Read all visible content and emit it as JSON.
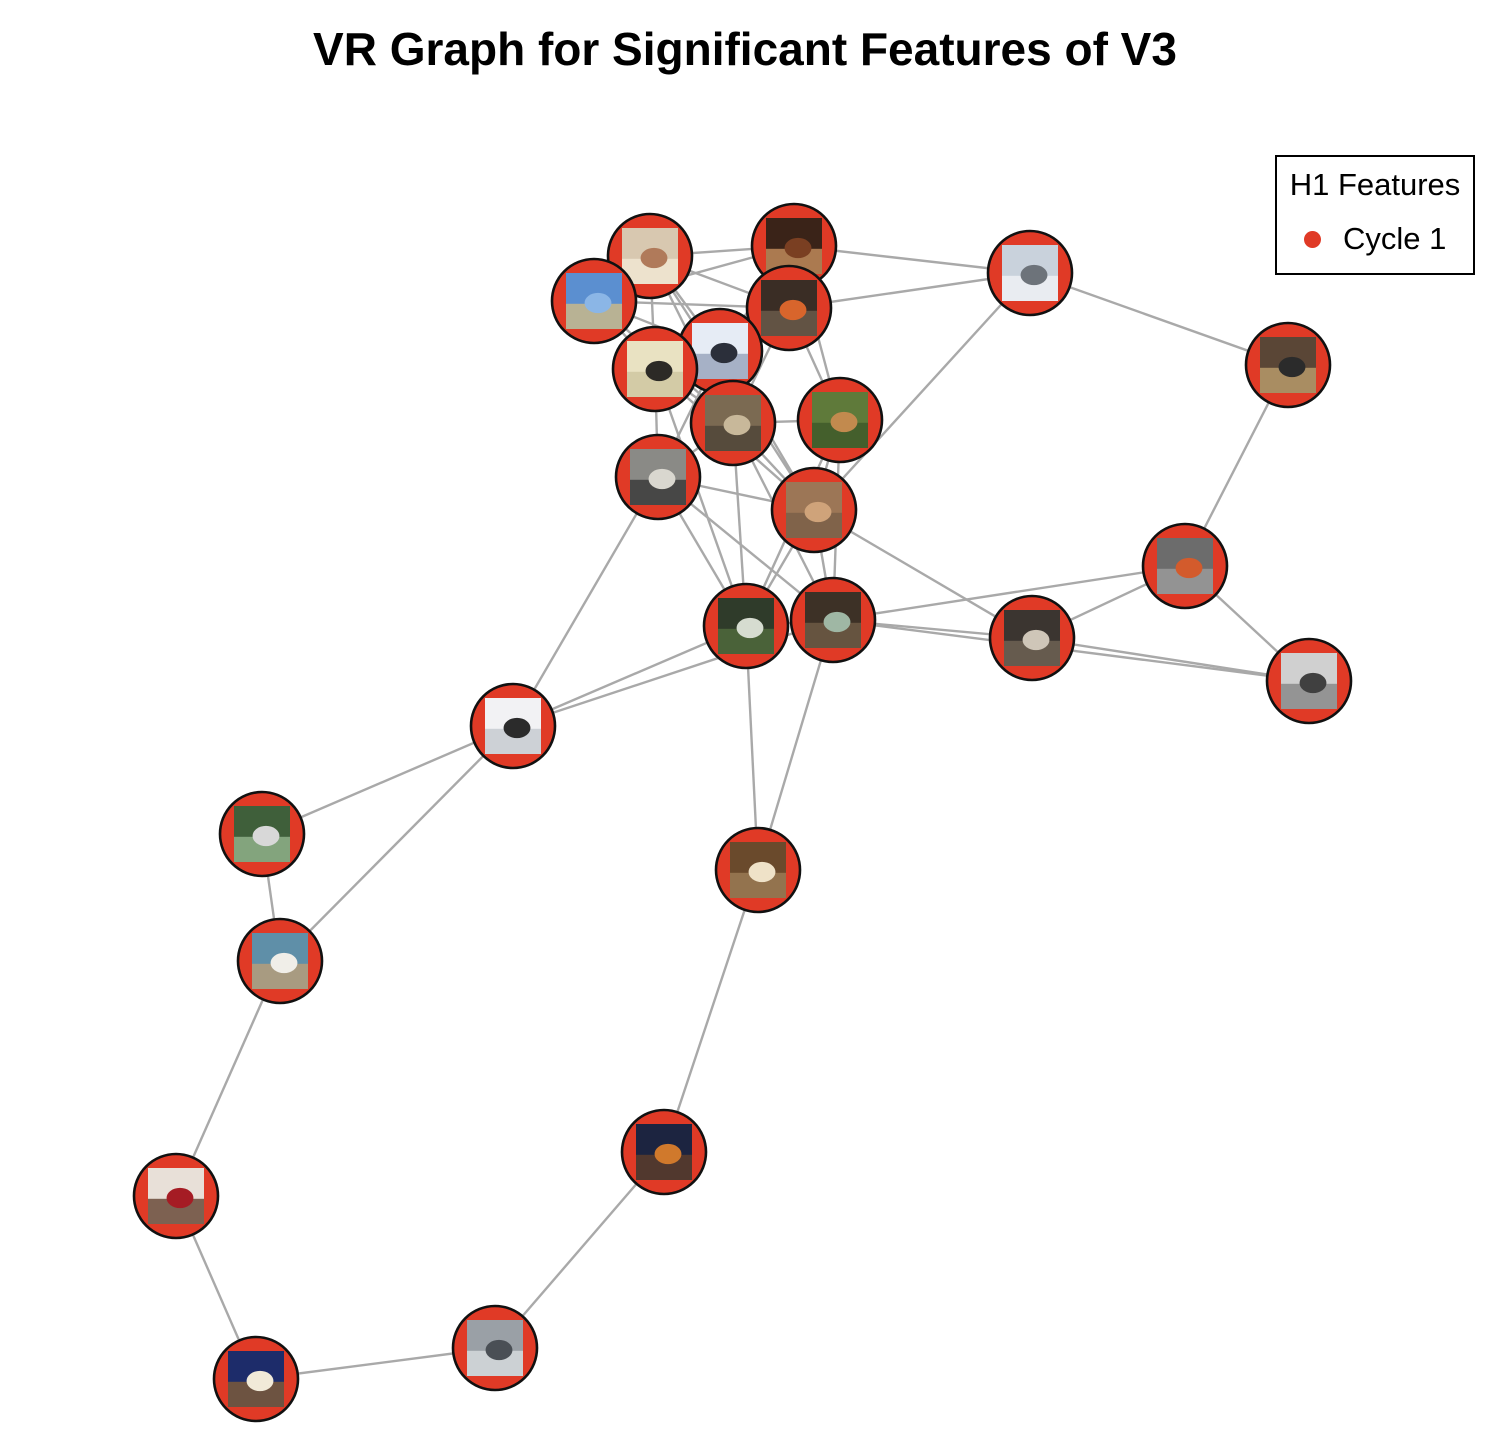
{
  "title": "VR Graph for Significant Features of V3",
  "legend": {
    "title": "H1 Features",
    "entries": [
      {
        "label": "Cycle 1",
        "color": "#e03a26"
      }
    ]
  },
  "colors": {
    "node_fill": "#e03a26",
    "node_stroke": "#111111",
    "edge": "#a9a9a9"
  },
  "nodes": [
    {
      "id": "food-plate",
      "thumb": "food plate"
    },
    {
      "id": "dog",
      "thumb": "dog"
    },
    {
      "id": "airplane",
      "thumb": "airplane"
    },
    {
      "id": "kite-field",
      "thumb": "kite in sky"
    },
    {
      "id": "carrots",
      "thumb": "carrots"
    },
    {
      "id": "group-people",
      "thumb": "group of people"
    },
    {
      "id": "cat-bed",
      "thumb": "cat on bed"
    },
    {
      "id": "person-shop",
      "thumb": "person in shop"
    },
    {
      "id": "bathroom",
      "thumb": "bathroom"
    },
    {
      "id": "giraffes",
      "thumb": "giraffes"
    },
    {
      "id": "dog-bed",
      "thumb": "dog on bed"
    },
    {
      "id": "elephant",
      "thumb": "elephant"
    },
    {
      "id": "oranges",
      "thumb": "oranges"
    },
    {
      "id": "plants",
      "thumb": "plants"
    },
    {
      "id": "room-window",
      "thumb": "room with window"
    },
    {
      "id": "zebras",
      "thumb": "zebras"
    },
    {
      "id": "clock-tower",
      "thumb": "clock tower"
    },
    {
      "id": "skier",
      "thumb": "skier"
    },
    {
      "id": "tennis",
      "thumb": "tennis players"
    },
    {
      "id": "kitchen",
      "thumb": "kitchen"
    },
    {
      "id": "surfing",
      "thumb": "surfing"
    },
    {
      "id": "street-night",
      "thumb": "street at night"
    },
    {
      "id": "dessert",
      "thumb": "dessert"
    },
    {
      "id": "people-rain",
      "thumb": "people in rain"
    },
    {
      "id": "tower",
      "thumb": "tower"
    }
  ],
  "edges": [
    [
      "food-plate",
      "dog"
    ],
    [
      "food-plate",
      "kite-field"
    ],
    [
      "food-plate",
      "carrots"
    ],
    [
      "food-plate",
      "group-people"
    ],
    [
      "food-plate",
      "cat-bed"
    ],
    [
      "food-plate",
      "bathroom"
    ],
    [
      "food-plate",
      "elephant"
    ],
    [
      "dog",
      "kite-field"
    ],
    [
      "dog",
      "carrots"
    ],
    [
      "dog",
      "airplane"
    ],
    [
      "dog",
      "group-people"
    ],
    [
      "dog",
      "bathroom"
    ],
    [
      "dog",
      "giraffes"
    ],
    [
      "kite-field",
      "carrots"
    ],
    [
      "kite-field",
      "cat-bed"
    ],
    [
      "kite-field",
      "group-people"
    ],
    [
      "kite-field",
      "bathroom"
    ],
    [
      "carrots",
      "airplane"
    ],
    [
      "carrots",
      "group-people"
    ],
    [
      "carrots",
      "bathroom"
    ],
    [
      "carrots",
      "giraffes"
    ],
    [
      "airplane",
      "person-shop"
    ],
    [
      "airplane",
      "elephant"
    ],
    [
      "group-people",
      "cat-bed"
    ],
    [
      "group-people",
      "bathroom"
    ],
    [
      "group-people",
      "dog-bed"
    ],
    [
      "group-people",
      "elephant"
    ],
    [
      "cat-bed",
      "bathroom"
    ],
    [
      "cat-bed",
      "dog-bed"
    ],
    [
      "cat-bed",
      "elephant"
    ],
    [
      "cat-bed",
      "plants"
    ],
    [
      "bathroom",
      "giraffes"
    ],
    [
      "bathroom",
      "dog-bed"
    ],
    [
      "bathroom",
      "elephant"
    ],
    [
      "bathroom",
      "plants"
    ],
    [
      "bathroom",
      "room-window"
    ],
    [
      "giraffes",
      "elephant"
    ],
    [
      "giraffes",
      "plants"
    ],
    [
      "giraffes",
      "room-window"
    ],
    [
      "dog-bed",
      "elephant"
    ],
    [
      "dog-bed",
      "plants"
    ],
    [
      "dog-bed",
      "room-window"
    ],
    [
      "dog-bed",
      "skier"
    ],
    [
      "elephant",
      "plants"
    ],
    [
      "elephant",
      "room-window"
    ],
    [
      "elephant",
      "zebras"
    ],
    [
      "person-shop",
      "oranges"
    ],
    [
      "oranges",
      "room-window"
    ],
    [
      "oranges",
      "zebras"
    ],
    [
      "oranges",
      "clock-tower"
    ],
    [
      "plants",
      "room-window"
    ],
    [
      "plants",
      "skier"
    ],
    [
      "plants",
      "kitchen"
    ],
    [
      "room-window",
      "zebras"
    ],
    [
      "room-window",
      "clock-tower"
    ],
    [
      "room-window",
      "skier"
    ],
    [
      "room-window",
      "kitchen"
    ],
    [
      "zebras",
      "clock-tower"
    ],
    [
      "skier",
      "tennis"
    ],
    [
      "skier",
      "surfing"
    ],
    [
      "tennis",
      "surfing"
    ],
    [
      "surfing",
      "dessert"
    ],
    [
      "kitchen",
      "street-night"
    ],
    [
      "street-night",
      "people-rain"
    ],
    [
      "dessert",
      "tower"
    ],
    [
      "people-rain",
      "tower"
    ]
  ]
}
